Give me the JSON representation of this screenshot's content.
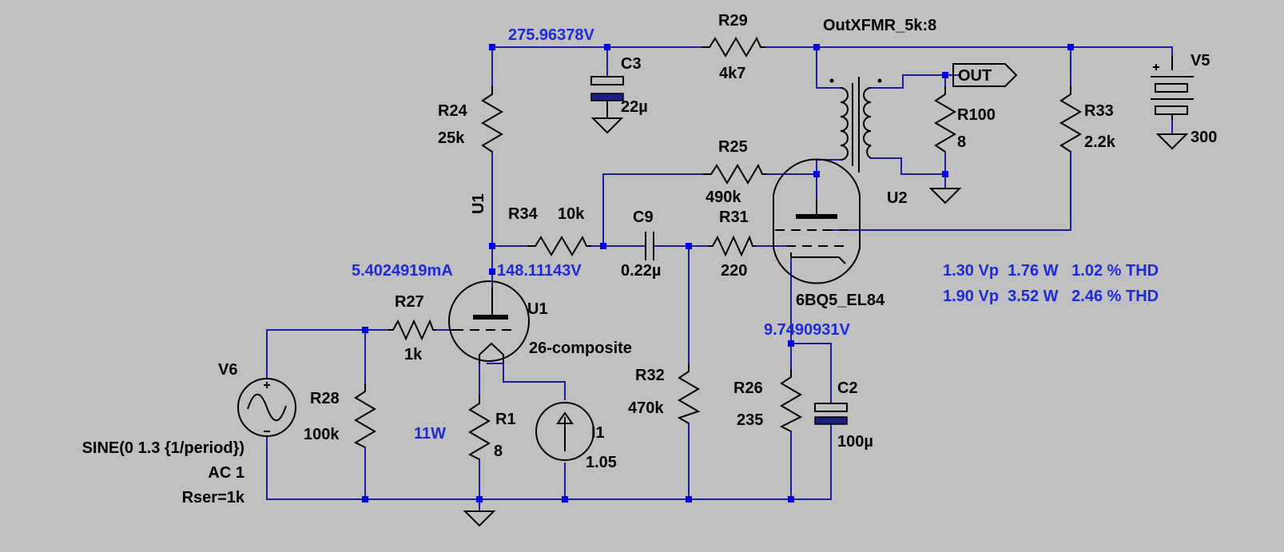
{
  "colors": {
    "background": "#c0c0c0",
    "wire": "#1f1f9e",
    "component": "#000000",
    "junction": "#0000e6",
    "measure_text": "#1e2ad6"
  },
  "components": {
    "R29": {
      "name": "R29",
      "value": "4k7"
    },
    "R24": {
      "name": "R24",
      "value": "25k"
    },
    "C3": {
      "name": "C3",
      "value": "22µ"
    },
    "R25": {
      "name": "R25",
      "value": "490k"
    },
    "R34": {
      "name": "R34",
      "value": "10k"
    },
    "C9": {
      "name": "C9",
      "value": "0.22µ"
    },
    "R31": {
      "name": "R31",
      "value": "220"
    },
    "R27": {
      "name": "R27",
      "value": "1k"
    },
    "R28": {
      "name": "R28",
      "value": "100k"
    },
    "R1": {
      "name": "R1",
      "value": "8"
    },
    "I1": {
      "name": "I1",
      "value": "1.05"
    },
    "R32": {
      "name": "R32",
      "value": "470k"
    },
    "R26": {
      "name": "R26",
      "value": "235"
    },
    "C2": {
      "name": "C2",
      "value": "100µ"
    },
    "R33": {
      "name": "R33",
      "value": "2.2k"
    },
    "R100": {
      "name": "R100",
      "value": "8"
    },
    "V5": {
      "name": "V5",
      "value": "300"
    },
    "V6": {
      "name": "V6",
      "spec_line1": "SINE(0 1.3 {1/period})",
      "spec_line2": "AC 1",
      "spec_line3": "Rser=1k"
    },
    "U1": {
      "name": "U1",
      "model": "26-composite",
      "net_label": "U1"
    },
    "U2": {
      "name": "U2",
      "model": "6BQ5_EL84"
    },
    "XFMR": {
      "name": "OutXFMR_5k:8"
    },
    "OUT": {
      "label": "OUT"
    }
  },
  "measurements": {
    "b_plus": "275.96378V",
    "current": "5.4024919mA",
    "plate": "148.11143V",
    "cathode": "9.7490931V",
    "power": "11W"
  },
  "results": [
    "1.30 Vp  1.76 W   1.02 % THD",
    "1.90 Vp  3.52 W   2.46 % THD"
  ]
}
